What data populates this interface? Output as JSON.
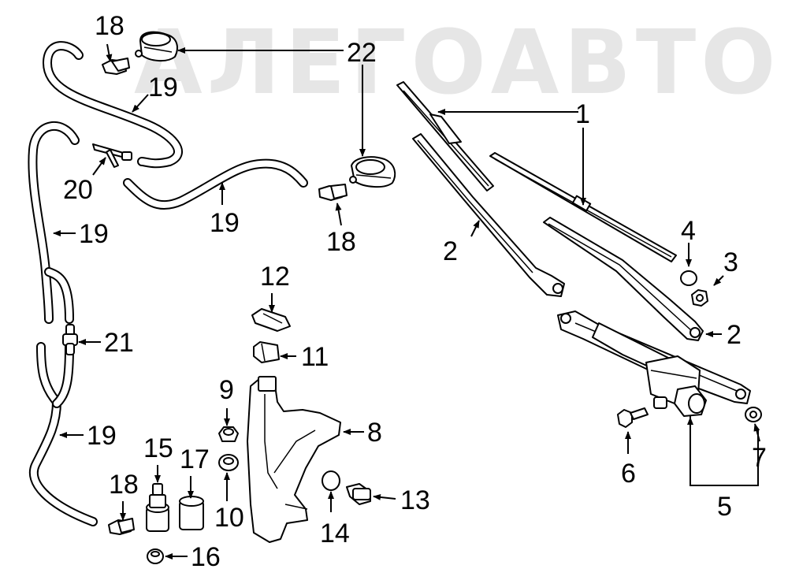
{
  "watermark": "АЛЕГОАВТО",
  "callouts": {
    "c1": "1",
    "c2a": "2",
    "c2b": "2",
    "c3": "3",
    "c4": "4",
    "c5": "5",
    "c6": "6",
    "c7": "7",
    "c8": "8",
    "c9": "9",
    "c10": "10",
    "c11": "11",
    "c12": "12",
    "c13": "13",
    "c14": "14",
    "c15": "15",
    "c16": "16",
    "c17": "17",
    "c18a": "18",
    "c18b": "18",
    "c18c": "18",
    "c19a": "19",
    "c19b": "19",
    "c19c": "19",
    "c19d": "19",
    "c20": "20",
    "c21": "21",
    "c22": "22"
  },
  "colors": {
    "line": "#000000",
    "background": "#ffffff",
    "watermark": "#e6e6e6"
  }
}
